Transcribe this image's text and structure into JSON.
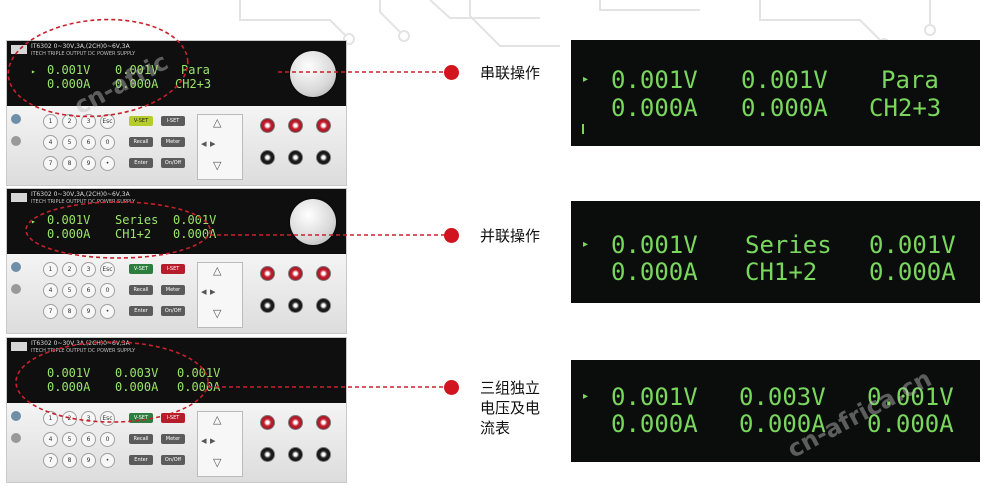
{
  "watermark": "cn-afric",
  "watermark_full": "cn-africa.cn",
  "device": {
    "model": "IT6302  0~30V,3A,(2CH)0~6V,3A",
    "subtitle": "ITECH TRIPLE OUTPUT DC POWER SUPPLY",
    "keys": [
      "1",
      "2",
      "3",
      "Esc",
      "4",
      "5",
      "6",
      "0",
      "7",
      "8",
      "9",
      "•"
    ],
    "func_keys": [
      "V-SET",
      "I-SET",
      "Recall",
      "Meter",
      "Enter",
      "On/Off"
    ]
  },
  "panels": [
    {
      "label": "串联操作",
      "row1": [
        "0.001V",
        "0.001V",
        "Para"
      ],
      "row2": [
        "0.000A",
        "0.000A",
        "CH2+3"
      ]
    },
    {
      "label": "并联操作",
      "row1": [
        "0.001V",
        "Series",
        "0.001V"
      ],
      "row2": [
        "0.000A",
        "CH1+2",
        "0.000A"
      ]
    },
    {
      "label_lines": [
        "三组独立",
        "电压及电",
        "流表"
      ],
      "row1": [
        "0.001V",
        "0.003V",
        "0.001V"
      ],
      "row2": [
        "0.000A",
        "0.000A",
        "0.000A"
      ]
    }
  ],
  "colors": {
    "accent": "#d2141f",
    "lcd": "#79d75d",
    "lcd_bg": "#0b0d0c"
  }
}
